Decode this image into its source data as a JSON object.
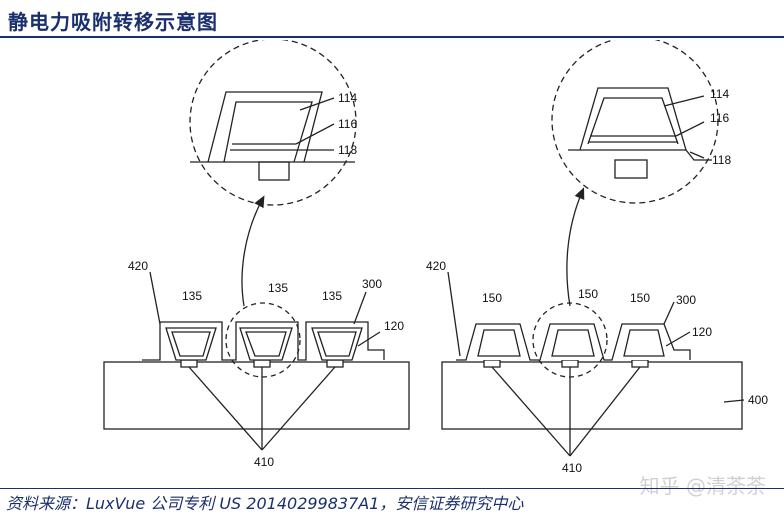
{
  "header": {
    "title": "静电力吸附转移示意图"
  },
  "footer": {
    "source": "资料来源：LuxVue 公司专利 US 20140299837A1，安信证券研究中心"
  },
  "watermark": {
    "text": "知乎 @清荼荼"
  },
  "colors": {
    "title": "#1a2f6e",
    "line": "#222222"
  },
  "diagram": {
    "left": {
      "zoom_labels": [
        "114",
        "116",
        "118"
      ],
      "labels": {
        "transfer_head": "420",
        "dev1": "135",
        "dev2": "135",
        "dev3": "135",
        "layer300": "300",
        "layer120": "120",
        "bond": "410"
      }
    },
    "right": {
      "zoom_labels": [
        "114",
        "116",
        "118"
      ],
      "labels": {
        "transfer_head": "420",
        "dev1": "150",
        "dev2": "150",
        "dev3": "150",
        "layer300": "300",
        "layer120": "120",
        "substrate": "400",
        "bond": "410"
      }
    }
  }
}
